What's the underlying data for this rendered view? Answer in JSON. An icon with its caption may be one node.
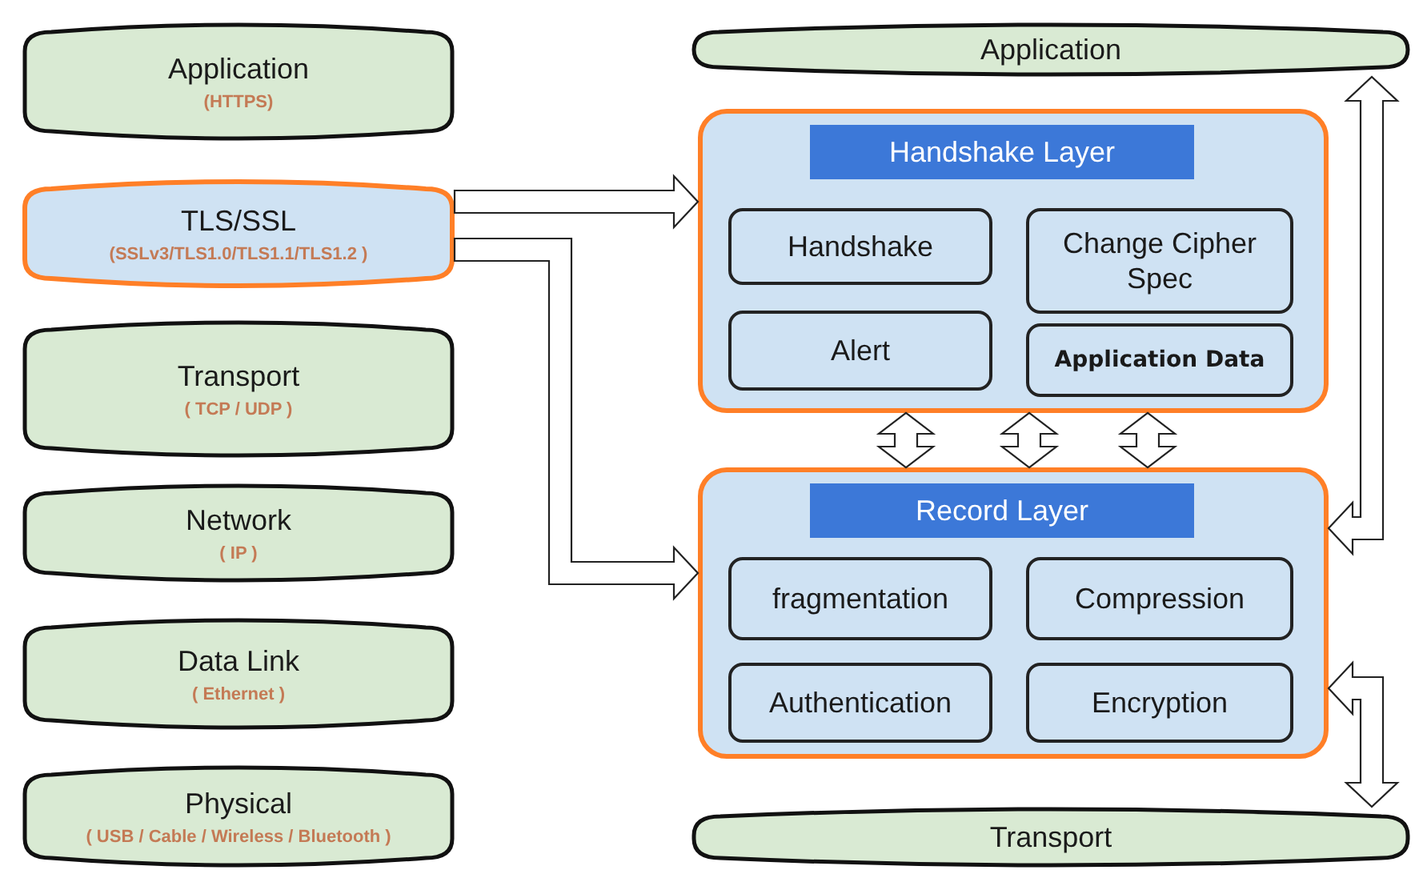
{
  "diagram": {
    "nodes": [
      {
        "text": [
          "Application",
          "(HTTPS)"
        ]
      },
      {
        "text": [
          "TLS/SSL",
          "(SSLv3/TLS1.0/TLS1.1/TLS1.2 )"
        ]
      },
      {
        "text": [
          "Transport",
          "( TCP / UDP )"
        ]
      },
      {
        "text": [
          "Network",
          "( IP )"
        ]
      },
      {
        "text": [
          "Data Link",
          "( Ethernet )"
        ]
      },
      {
        "text": [
          "Physical",
          "( USB / Cable / Wireless / Bluetooth )"
        ]
      },
      {
        "text": [
          "Application"
        ]
      },
      {
        "text": [
          "Handshake Layer"
        ]
      },
      {
        "text": [
          "Handshake"
        ],
        "in": 7
      },
      {
        "text": [
          "Change Cipher Spec"
        ],
        "in": 7
      },
      {
        "text": [
          "Alert"
        ],
        "in": 7
      },
      {
        "text": [
          "Application Data"
        ],
        "in": 7
      },
      {
        "text": [
          "Record Layer"
        ]
      },
      {
        "text": [
          "fragmentation"
        ],
        "in": 12
      },
      {
        "text": [
          "Compression"
        ],
        "in": 12
      },
      {
        "text": [
          "Authentication"
        ],
        "in": 12
      },
      {
        "text": [
          "Encryption"
        ],
        "in": 12
      },
      {
        "text": [
          "Transport"
        ]
      }
    ],
    "edges": [
      {
        "from": 1,
        "to": 7,
        "arrow": "to"
      },
      {
        "from": 1,
        "to": 12,
        "arrow": "to"
      },
      {
        "from": 7,
        "to": 12,
        "arrow": "both"
      },
      {
        "from": 7,
        "to": 12,
        "arrow": "both"
      },
      {
        "from": 7,
        "to": 12,
        "arrow": "both"
      },
      {
        "from": 6,
        "to": 12,
        "arrow": "both"
      },
      {
        "from": 17,
        "to": 12,
        "arrow": "both"
      }
    ]
  }
}
